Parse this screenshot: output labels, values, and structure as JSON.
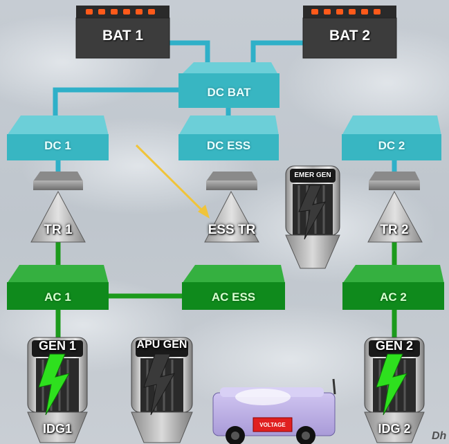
{
  "diagram": {
    "batteries": [
      {
        "id": "bat1",
        "label": "BAT 1"
      },
      {
        "id": "bat2",
        "label": "BAT 2"
      }
    ],
    "dc_buses": [
      {
        "id": "dc_bat",
        "label": "DC BAT"
      },
      {
        "id": "dc1",
        "label": "DC 1"
      },
      {
        "id": "dc_ess",
        "label": "DC ESS"
      },
      {
        "id": "dc2",
        "label": "DC 2"
      }
    ],
    "transformer_rectifiers": [
      {
        "id": "tr1",
        "label": "TR 1"
      },
      {
        "id": "ess_tr",
        "label": "ESS TR"
      },
      {
        "id": "tr2",
        "label": "TR 2"
      }
    ],
    "ac_buses": [
      {
        "id": "ac1",
        "label": "AC 1"
      },
      {
        "id": "ac_ess",
        "label": "AC ESS"
      },
      {
        "id": "ac2",
        "label": "AC 2"
      }
    ],
    "generators": [
      {
        "id": "gen1",
        "label": "GEN 1",
        "sublabel": "IDG1",
        "bolt": "green"
      },
      {
        "id": "apu_gen",
        "label": "APU GEN",
        "sublabel": "",
        "bolt": "dark"
      },
      {
        "id": "gen2",
        "label": "GEN 2",
        "sublabel": "IDG 2",
        "bolt": "green"
      },
      {
        "id": "emer_gen",
        "label": "EMER GEN",
        "sublabel": "",
        "bolt": "dark"
      }
    ],
    "ground_power_unit": {
      "label": "VOLTAGE"
    },
    "watermark": "Dh",
    "colors": {
      "dc_bus": "#38b6c2",
      "dc_wire": "#2fb0c8",
      "ac_bus": "#0f8a1c",
      "ac_wire": "#1c9a1c",
      "battery": "#3c3c3c",
      "battery_light": "#ff5a1a",
      "bolt_active": "#2ee01e",
      "arrow": "#f0c43a"
    }
  }
}
